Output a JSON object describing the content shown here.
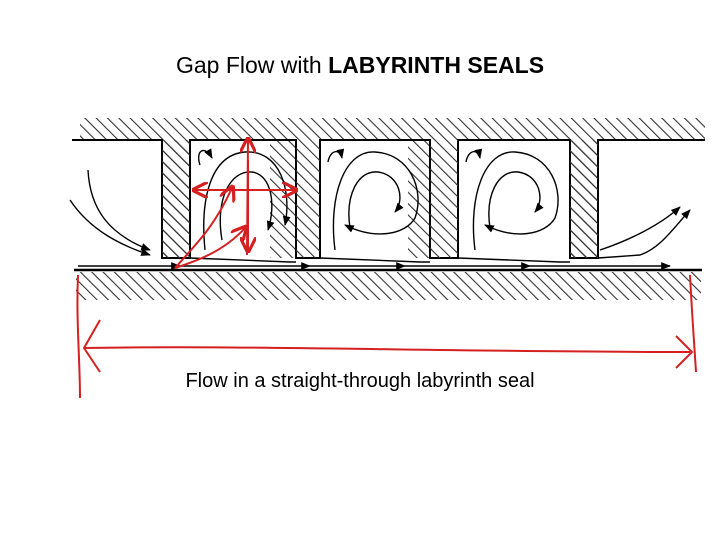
{
  "title": {
    "prefix": "Gap Flow with ",
    "emphasis": "LABYRINTH SEALS"
  },
  "caption": "Flow in a straight-through labyrinth seal",
  "colors": {
    "ink": "#000000",
    "hatch": "#333333",
    "annotation": "#d42020",
    "background": "#ffffff"
  }
}
